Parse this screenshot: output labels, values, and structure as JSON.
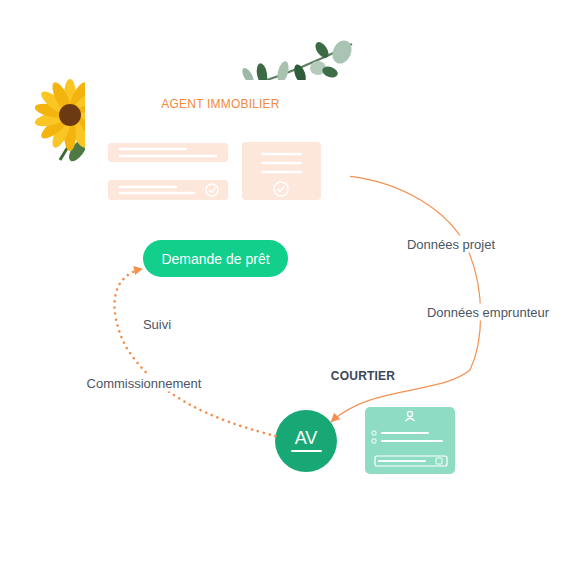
{
  "diagram": {
    "nodes": [
      {
        "text": [
          "AGENT IMMOBILIER"
        ]
      },
      {
        "text": [
          "Demande de prêt"
        ]
      },
      {
        "text": [
          "AV"
        ]
      }
    ],
    "edges": [
      {
        "from": 0,
        "to": 2,
        "arrow": "to",
        "label": "Données projet"
      },
      {
        "from": 2,
        "to": 1,
        "arrow": "to",
        "label": "Commissionnement"
      }
    ],
    "labels": [
      "Données emprunteur",
      "COURTIER",
      "Suivi"
    ]
  }
}
